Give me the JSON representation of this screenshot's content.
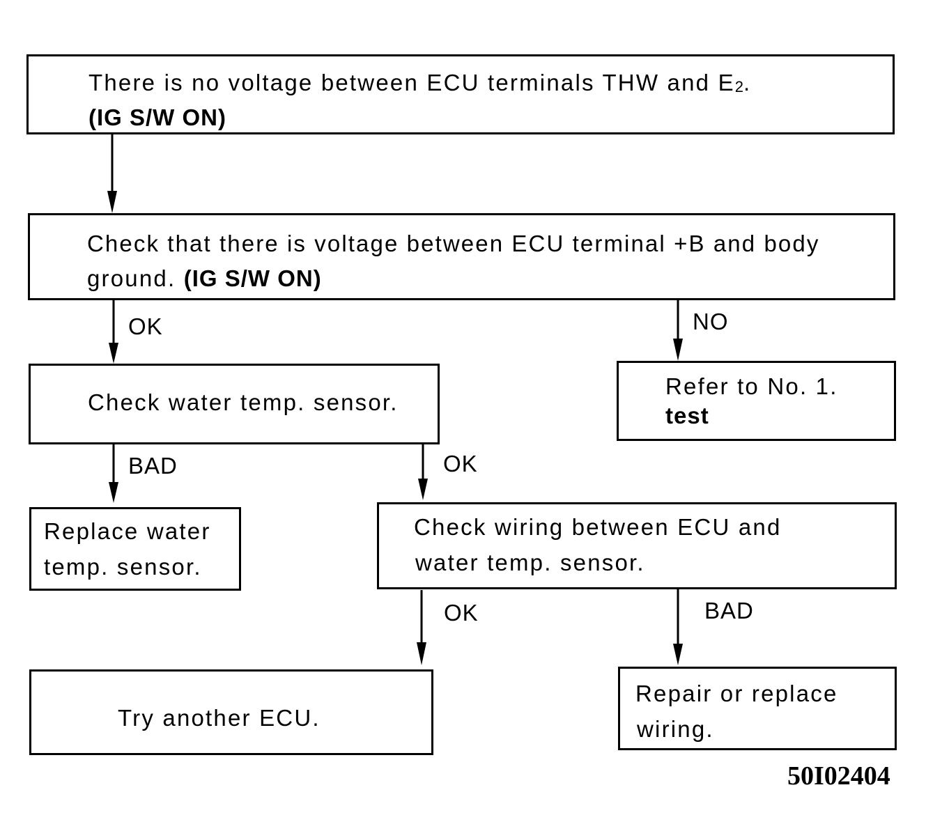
{
  "boxes": {
    "start": {
      "line1": "There is no voltage between ECU terminals THW and E",
      "line1_sub": "2",
      "line1_end": ".",
      "line2": "(IG S/W ON)"
    },
    "check_plus_b": {
      "line1": "Check that there is voltage between ECU terminal  +B and body",
      "line2": "ground.",
      "line2_bold": "(IG S/W ON)"
    },
    "check_sensor": {
      "text": "Check water temp. sensor."
    },
    "refer_test": {
      "line1": "Refer to No. 1.",
      "line2": "test"
    },
    "replace_sensor": {
      "line1": "Replace water",
      "line2": "temp. sensor."
    },
    "check_wiring": {
      "line1": "Check wiring between ECU and",
      "line2": "water temp. sensor."
    },
    "try_ecu": {
      "text": "Try another ECU."
    },
    "repair_wiring": {
      "line1": "Repair or replace",
      "line2": "wiring."
    }
  },
  "labels": {
    "ok_1": "OK",
    "no_1": "NO",
    "bad_1": "BAD",
    "ok_2": "OK",
    "ok_3": "OK",
    "bad_2": "BAD"
  },
  "figure_number": "50I02404"
}
